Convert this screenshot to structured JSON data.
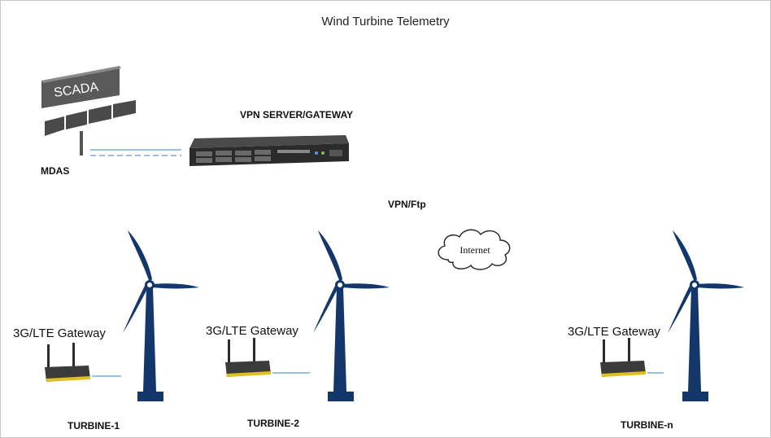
{
  "diagram": {
    "title": "Wind Turbine Telemetry",
    "scada_sign": "SCADA",
    "mdas_label": "MDAS",
    "server_label": "VPN SERVER/GATEWAY",
    "link_label": "VPN/Ftp",
    "cloud_label": "Internet",
    "turbines": [
      {
        "name": "TURBINE-1",
        "gateway_label": "3G/LTE Gateway"
      },
      {
        "name": "TURBINE-2",
        "gateway_label": "3G/LTE Gateway"
      },
      {
        "name": "TURBINE-n",
        "gateway_label": "3G/LTE Gateway"
      }
    ],
    "colors": {
      "turbine": "#13366b",
      "link_line": "#5b9bd5",
      "router_body": "#3b3b3b",
      "router_trim": "#e0c020",
      "scada_panel": "#5a5a5a",
      "server_body": "#2b2b2b"
    }
  }
}
